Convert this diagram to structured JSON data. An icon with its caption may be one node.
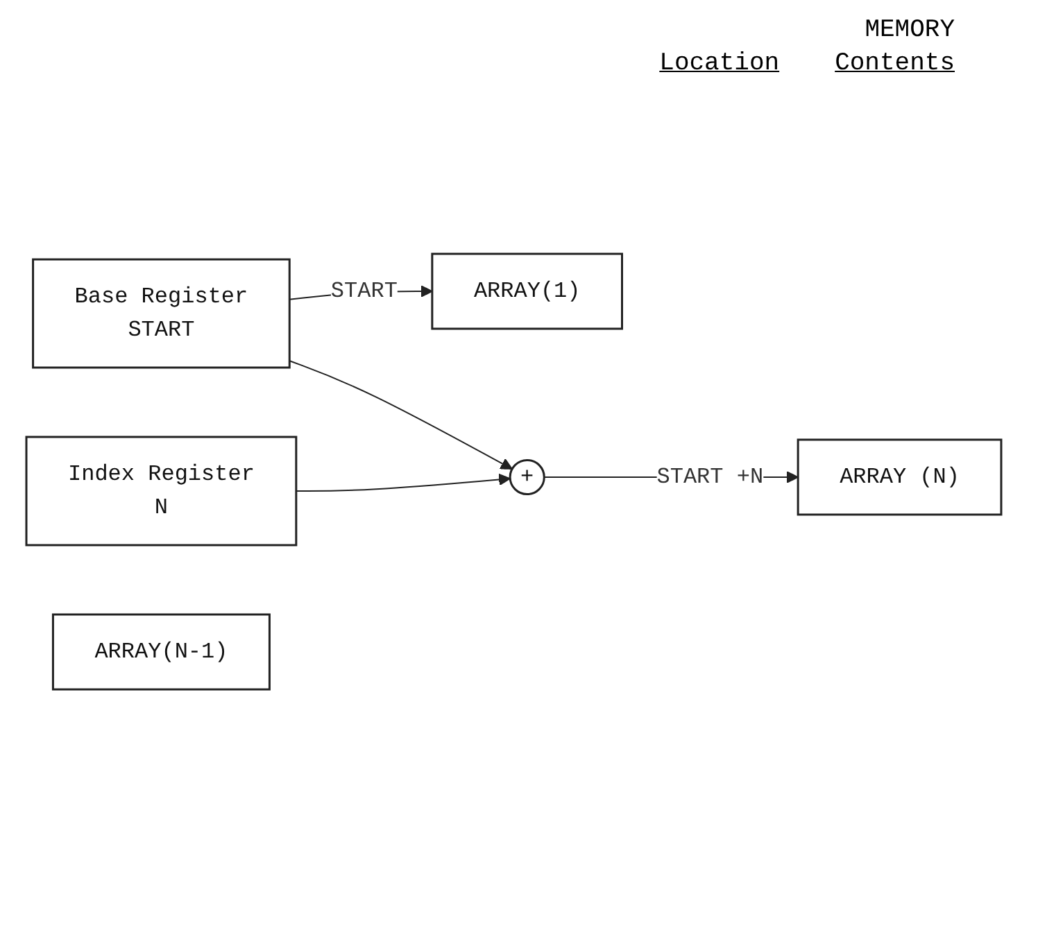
{
  "diagram": {
    "nodes": [
      {
        "text": [
          "Base Register",
          "START"
        ]
      },
      {
        "text": [
          "Index Register",
          "N"
        ]
      },
      {
        "text": [
          "+"
        ]
      },
      {
        "text": [
          "ARRAY(1)"
        ]
      },
      {
        "text": [
          "ARRAY(N-1)"
        ]
      },
      {
        "text": [
          "ARRAY (N)"
        ]
      }
    ],
    "edges": [
      {
        "from": 0,
        "to": 3,
        "arrow": "to",
        "label": "START"
      },
      {
        "from": 0,
        "to": 2,
        "arrow": "to"
      },
      {
        "from": 1,
        "to": 2,
        "arrow": "to"
      },
      {
        "from": 2,
        "to": 5,
        "arrow": "to",
        "label": "START +N"
      }
    ],
    "labels": [
      "MEMORY",
      "Location",
      "Contents"
    ]
  }
}
